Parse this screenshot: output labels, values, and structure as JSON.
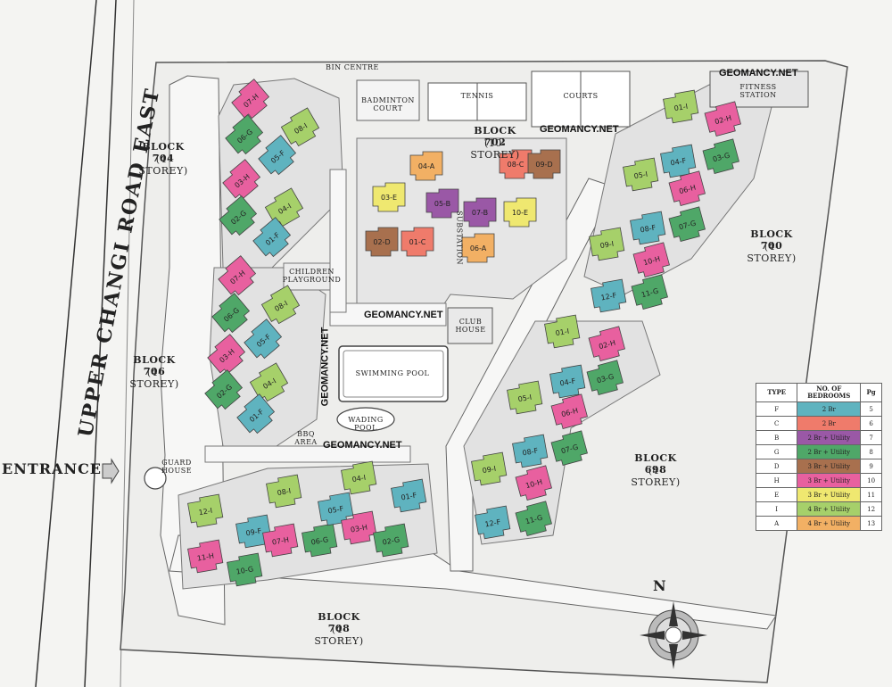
{
  "labels": {
    "road": "UPPER CHANGI ROAD EAST",
    "entrance": "ENTRANCE",
    "guard_house": "GUARD HOUSE",
    "block704": "BLOCK 704",
    "block704_storey": "(4-STOREY)",
    "block706": "BLOCK 706",
    "block706_storey": "(4-STOREY)",
    "block702": "BLOCK 702",
    "block702_storey": "(10-STOREY)",
    "block700": "BLOCK 700",
    "block700_storey": "(4-STOREY)",
    "block698": "BLOCK 698",
    "block698_storey": "(4-STOREY)",
    "block708": "BLOCK 708",
    "block708_storey": "(4-STOREY)",
    "bin_centre": "BIN CENTRE",
    "badminton": "BADMINTON COURT",
    "tennis": "TENNIS",
    "courts": "COURTS",
    "fitness": "FITNESS STATION",
    "children_playground": "CHILDREN PLAYGROUND",
    "club_house": "CLUB HOUSE",
    "swimming_pool": "SWIMMING POOL",
    "wading_pool": "WADING POOL",
    "bbq_area": "BBQ AREA",
    "substation": "SUBSTATION",
    "north": "N",
    "watermark": "GEOMANCY.NET"
  },
  "colors": {
    "F": "#5fb3bf",
    "C": "#ef7b6b",
    "B": "#9a58a6",
    "G": "#4fa768",
    "D": "#a8704e",
    "H": "#e8609f",
    "E": "#efe870",
    "I": "#a6d06a",
    "A": "#f2b064"
  },
  "legend": {
    "headers": [
      "TYPE",
      "NO. OF BEDROOMS",
      "Pg"
    ],
    "rows": [
      {
        "type": "F",
        "bedrooms": "2 Br",
        "pg": "5"
      },
      {
        "type": "C",
        "bedrooms": "2 Br",
        "pg": "6"
      },
      {
        "type": "B",
        "bedrooms": "2 Br + Utility",
        "pg": "7"
      },
      {
        "type": "G",
        "bedrooms": "2 Br + Utility",
        "pg": "8"
      },
      {
        "type": "D",
        "bedrooms": "3 Br + Utility",
        "pg": "9"
      },
      {
        "type": "H",
        "bedrooms": "3 Br + Utility",
        "pg": "10"
      },
      {
        "type": "E",
        "bedrooms": "3 Br + Utility",
        "pg": "11"
      },
      {
        "type": "I",
        "bedrooms": "4 Br + Utility",
        "pg": "12"
      },
      {
        "type": "A",
        "bedrooms": "4 Br + Utility",
        "pg": "13"
      }
    ]
  },
  "units": [
    {
      "label": "07-H",
      "type": "H"
    },
    {
      "label": "08-I",
      "type": "I"
    },
    {
      "label": "06-G",
      "type": "G"
    },
    {
      "label": "05-F",
      "type": "F"
    },
    {
      "label": "03-H",
      "type": "H"
    },
    {
      "label": "04-I",
      "type": "I"
    },
    {
      "label": "02-G",
      "type": "G"
    },
    {
      "label": "01-F",
      "type": "F"
    },
    {
      "label": "07-H",
      "type": "H"
    },
    {
      "label": "08-I",
      "type": "I"
    },
    {
      "label": "06-G",
      "type": "G"
    },
    {
      "label": "05-F",
      "type": "F"
    },
    {
      "label": "03-H",
      "type": "H"
    },
    {
      "label": "04-I",
      "type": "I"
    },
    {
      "label": "02-G",
      "type": "G"
    },
    {
      "label": "01-F",
      "type": "F"
    },
    {
      "label": "04-A",
      "type": "A"
    },
    {
      "label": "08-C",
      "type": "C"
    },
    {
      "label": "09-D",
      "type": "D"
    },
    {
      "label": "03-E",
      "type": "E"
    },
    {
      "label": "05-B",
      "type": "B"
    },
    {
      "label": "07-B",
      "type": "B"
    },
    {
      "label": "10-E",
      "type": "E"
    },
    {
      "label": "02-D",
      "type": "D"
    },
    {
      "label": "01-C",
      "type": "C"
    },
    {
      "label": "06-A",
      "type": "A"
    },
    {
      "label": "01-I",
      "type": "I"
    },
    {
      "label": "02-H",
      "type": "H"
    },
    {
      "label": "04-F",
      "type": "F"
    },
    {
      "label": "03-G",
      "type": "G"
    },
    {
      "label": "05-I",
      "type": "I"
    },
    {
      "label": "06-H",
      "type": "H"
    },
    {
      "label": "08-F",
      "type": "F"
    },
    {
      "label": "07-G",
      "type": "G"
    },
    {
      "label": "09-I",
      "type": "I"
    },
    {
      "label": "10-H",
      "type": "H"
    },
    {
      "label": "12-F",
      "type": "F"
    },
    {
      "label": "11-G",
      "type": "G"
    },
    {
      "label": "01-I",
      "type": "I"
    },
    {
      "label": "02-H",
      "type": "H"
    },
    {
      "label": "04-F",
      "type": "F"
    },
    {
      "label": "03-G",
      "type": "G"
    },
    {
      "label": "05-I",
      "type": "I"
    },
    {
      "label": "06-H",
      "type": "H"
    },
    {
      "label": "08-F",
      "type": "F"
    },
    {
      "label": "07-G",
      "type": "G"
    },
    {
      "label": "09-I",
      "type": "I"
    },
    {
      "label": "10-H",
      "type": "H"
    },
    {
      "label": "12-F",
      "type": "F"
    },
    {
      "label": "11-G",
      "type": "G"
    },
    {
      "label": "12-I",
      "type": "I"
    },
    {
      "label": "09-F",
      "type": "F"
    },
    {
      "label": "11-H",
      "type": "H"
    },
    {
      "label": "10-G",
      "type": "G"
    },
    {
      "label": "08-I",
      "type": "I"
    },
    {
      "label": "07-H",
      "type": "H"
    },
    {
      "label": "06-G",
      "type": "G"
    },
    {
      "label": "05-F",
      "type": "F"
    },
    {
      "label": "04-I",
      "type": "I"
    },
    {
      "label": "03-H",
      "type": "H"
    },
    {
      "label": "02-G",
      "type": "G"
    },
    {
      "label": "01-F",
      "type": "F"
    }
  ]
}
